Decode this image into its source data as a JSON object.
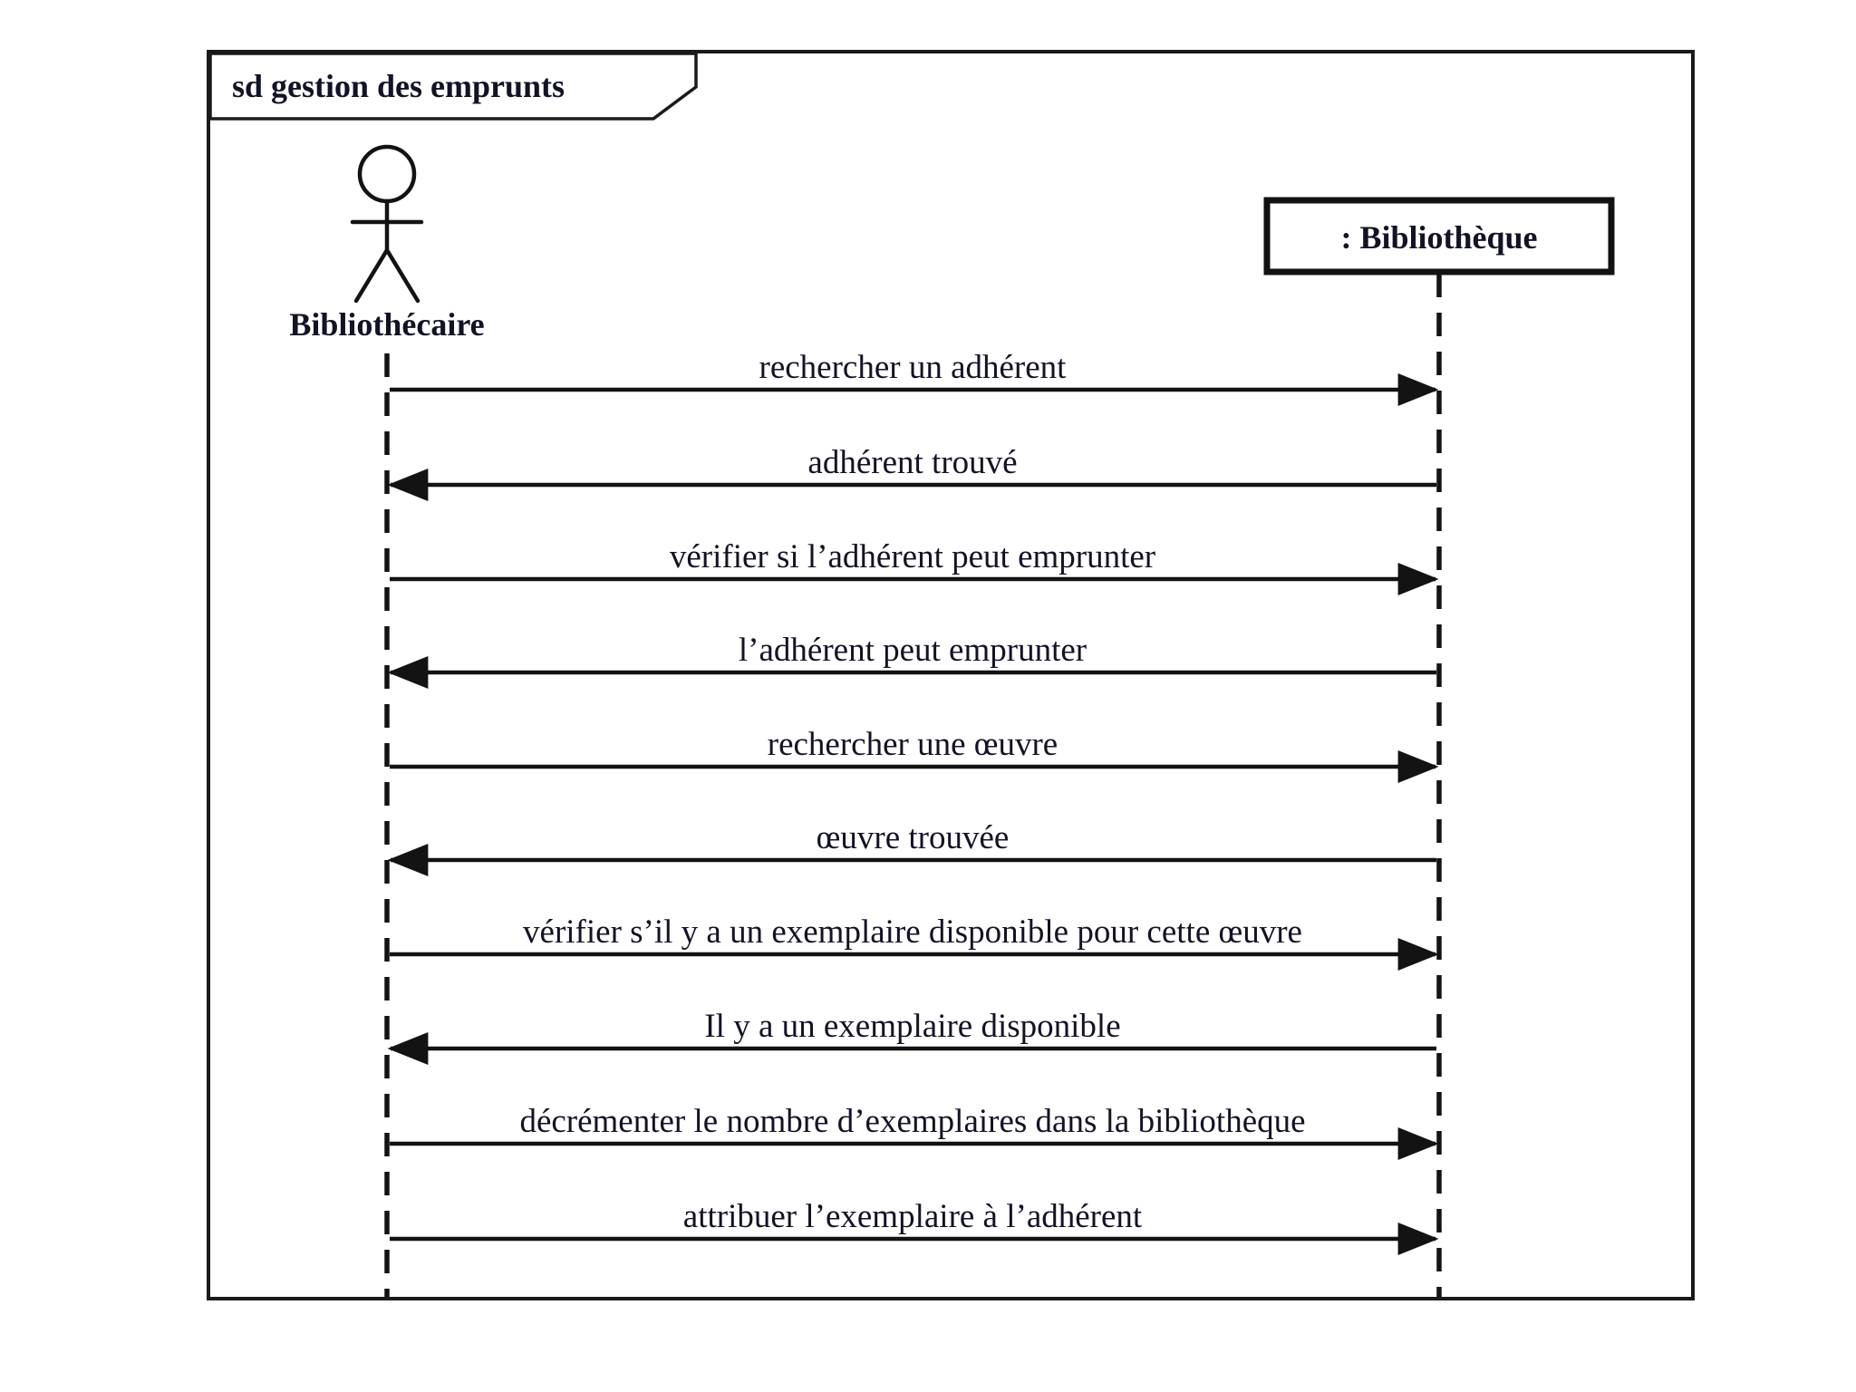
{
  "frame": {
    "title": "sd gestion des emprunts",
    "type": "sequence-diagram-frame"
  },
  "participants": {
    "actor": {
      "label": "Bibliothécaire",
      "kind": "actor"
    },
    "object": {
      "label": ": Bibliothèque",
      "kind": "object-lifeline"
    }
  },
  "messages": [
    {
      "label": "rechercher un adhérent",
      "from": "Bibliothécaire",
      "to": "Bibliothèque",
      "direction": "right"
    },
    {
      "label": "adhérent trouvé",
      "from": "Bibliothèque",
      "to": "Bibliothécaire",
      "direction": "left"
    },
    {
      "label": "vérifier si l’adhérent peut emprunter",
      "from": "Bibliothécaire",
      "to": "Bibliothèque",
      "direction": "right"
    },
    {
      "label": "l’adhérent peut emprunter",
      "from": "Bibliothèque",
      "to": "Bibliothécaire",
      "direction": "left"
    },
    {
      "label": "rechercher une œuvre",
      "from": "Bibliothécaire",
      "to": "Bibliothèque",
      "direction": "right"
    },
    {
      "label": "œuvre trouvée",
      "from": "Bibliothèque",
      "to": "Bibliothécaire",
      "direction": "left"
    },
    {
      "label": "vérifier s’il y a un exemplaire disponible pour cette œuvre",
      "from": "Bibliothécaire",
      "to": "Bibliothèque",
      "direction": "right"
    },
    {
      "label": "Il y a un exemplaire disponible",
      "from": "Bibliothèque",
      "to": "Bibliothécaire",
      "direction": "left"
    },
    {
      "label": "décrémenter le nombre d’exemplaires dans la bibliothèque",
      "from": "Bibliothécaire",
      "to": "Bibliothèque",
      "direction": "right"
    },
    {
      "label": "attribuer l’exemplaire à l’adhérent",
      "from": "Bibliothécaire",
      "to": "Bibliothèque",
      "direction": "right"
    }
  ],
  "colors": {
    "line": "#131313",
    "text": "#131326",
    "background": "#ffffff"
  }
}
